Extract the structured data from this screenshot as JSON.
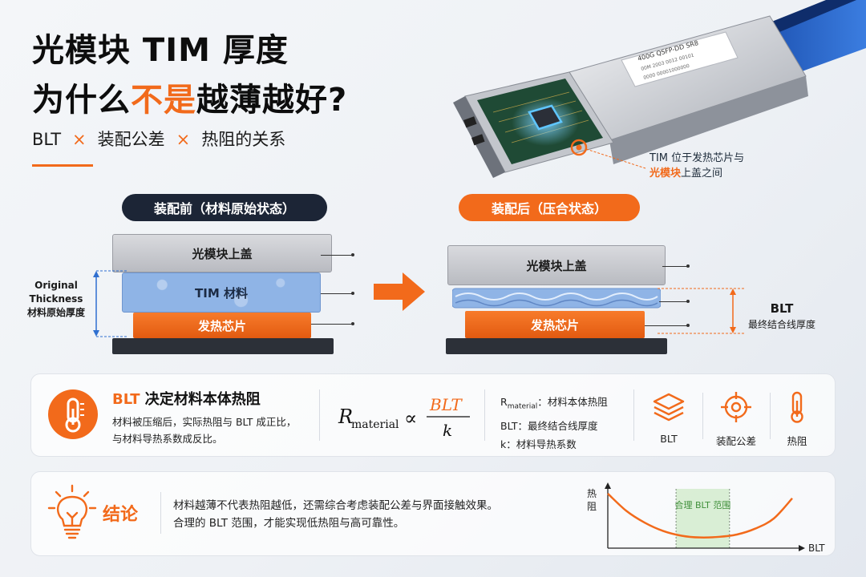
{
  "header": {
    "title_line1": "光模块 TIM 厚度",
    "title_line2_pre": "为什么",
    "title_line2_accent": "不是",
    "title_line2_post": "越薄越好?",
    "subtitle_a": "BLT",
    "subtitle_x": "×",
    "subtitle_b": "装配公差",
    "subtitle_c": "热阻的关系"
  },
  "module": {
    "label_lines": [
      "400G QSFP-DD SR8",
      "00M 2003 0012 00101",
      "0000 00001000000"
    ],
    "callout_line1": "TIM 位于发热芯片与",
    "callout_hl": "光模块",
    "callout_line2": "上盖之间"
  },
  "before": {
    "pill": "装配前（材料原始状态）",
    "cover": "光模块上盖",
    "tim": "TIM 材料",
    "chip": "发热芯片",
    "thickness_en1": "Original",
    "thickness_en2": "Thickness",
    "thickness_cn": "材料原始厚度"
  },
  "after": {
    "pill": "装配后（压合状态）",
    "cover": "光模块上盖",
    "chip": "发热芯片",
    "blt_title": "BLT",
    "blt_desc": "最终结合线厚度"
  },
  "card1": {
    "title_hl": "BLT",
    "title_rest": "决定材料本体热阻",
    "text1": "材料被压缩后，实际热阻与 BLT 成正比，",
    "text2": "与材料导热系数成反比。",
    "formula_R": "R",
    "formula_sub": "material",
    "formula_prop": "∝",
    "formula_num": "BLT",
    "formula_den": "k",
    "legend_r_main": "R",
    "legend_r_sub": "material",
    "legend_r_desc": "：材料本体热阻",
    "legend_blt": "BLT：最终结合线厚度",
    "legend_k": "k：材料导热系数",
    "icons": [
      {
        "name": "layers-icon",
        "label": "BLT"
      },
      {
        "name": "target-icon",
        "label": "装配公差"
      },
      {
        "name": "thermometer-icon",
        "label": "热阻"
      }
    ]
  },
  "card2": {
    "title": "结论",
    "text1": "材料越薄不代表热阻越低，还需综合考虑装配公差与界面接触效果。",
    "text2": "合理的 BLT 范围，才能实现低热阻与高可靠性。"
  },
  "chart_data": {
    "type": "line",
    "title": "",
    "xlabel": "BLT",
    "ylabel": "热阻",
    "x": [
      0,
      1,
      2,
      3,
      4,
      5,
      6,
      7,
      8,
      9,
      10
    ],
    "series": [
      {
        "name": "",
        "values": [
          9.2,
          6.3,
          4.3,
          2.9,
          2.1,
          1.8,
          1.9,
          2.3,
          3.3,
          5.0,
          8.4
        ]
      }
    ],
    "highlight_range": [
      3.7,
      6.6
    ],
    "highlight_label": "合理 BLT 范围",
    "xlim": [
      0,
      10
    ],
    "ylim": [
      0,
      10
    ],
    "grid": false,
    "colors": {
      "curve": "#f26a1b",
      "band": "#cfe9c8",
      "band_text": "#3f8f3a"
    }
  },
  "colors": {
    "accent": "#f26a1b",
    "dark": "#1c2536"
  }
}
